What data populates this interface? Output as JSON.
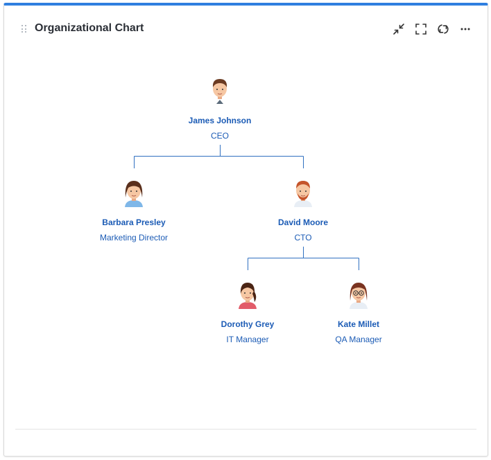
{
  "widget": {
    "title": "Organizational Chart",
    "accent_color": "#2f7fe0",
    "toolbar": [
      {
        "icon": "collapse-icon",
        "tooltip": ""
      },
      {
        "icon": "fullscreen-icon",
        "tooltip": ""
      },
      {
        "icon": "refresh-icon",
        "tooltip": ""
      },
      {
        "icon": "more-icon",
        "tooltip": ""
      }
    ]
  },
  "org": {
    "link_color": "#2f6fc0",
    "text_color": "#1b5bb5",
    "nodes": [
      {
        "id": "james",
        "name": "James Johnson",
        "role": "CEO",
        "parent": null,
        "avatar": "male-avatar-brown-hair"
      },
      {
        "id": "barbara",
        "name": "Barbara Presley",
        "role": "Marketing Director",
        "parent": "james",
        "avatar": "female-avatar-brown-hair"
      },
      {
        "id": "david",
        "name": "David Moore",
        "role": "CTO",
        "parent": "james",
        "avatar": "male-avatar-red-beard"
      },
      {
        "id": "dorothy",
        "name": "Dorothy Grey",
        "role": "IT Manager",
        "parent": "david",
        "avatar": "female-avatar-ponytail"
      },
      {
        "id": "kate",
        "name": "Kate Millet",
        "role": "QA Manager",
        "parent": "david",
        "avatar": "female-avatar-glasses"
      }
    ]
  }
}
